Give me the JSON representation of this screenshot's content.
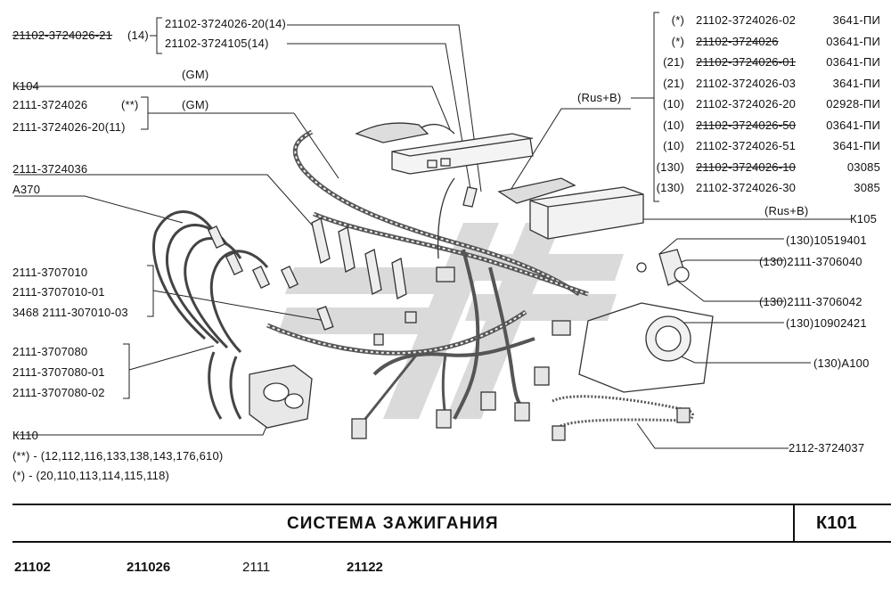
{
  "header": {
    "title": "СИСТЕМА  ЗАЖИГАНИЯ",
    "sheet_code": "К101"
  },
  "models": [
    "21102",
    "211026",
    "2111",
    "21122"
  ],
  "labels": {
    "top_left_1": "21102-3724026-21",
    "top_left_1_suffix": "(14)",
    "top_group_a": "21102-3724026-20(14)",
    "top_group_b": "21102-3724105(14)",
    "gm_1": "(GM)",
    "gm_2": "(GM)",
    "k104": "К104",
    "p2111_3724026": "2111-3724026",
    "dstar": "(**)",
    "p2111_3724026_20": "2111-3724026-20(11)",
    "p2111_3724036": "2111-3724036",
    "a370": "А370",
    "rusb_1": "(Rus+B)",
    "rusb_2": "(Rus+B)",
    "k105": "К105",
    "p10519401": "(130)10519401",
    "p2111_3706040": "(130)2111-3706040",
    "p2111_3706042": "(130)2111-3706042",
    "p10902421": "(130)10902421",
    "a100": "(130)А100",
    "p2112_3724037": "2112-3724037",
    "p2111_3707010": "2111-3707010",
    "p2111_3707010_01": "2111-3707010-01",
    "p3468": "3468  2111-307010-03",
    "p2111_3707080": "2111-3707080",
    "p2111_3707080_01": "2111-3707080-01",
    "p2111_3707080_02": "2111-3707080-02",
    "k110": "К110",
    "note1": "(**)  -  (12,112,116,133,138,143,176,610)",
    "note2": "(*)   -  (20,110,113,114,115,118)"
  },
  "ecu_table": [
    {
      "code": "(*)",
      "part": "21102-3724026-02",
      "num": "3641-ПИ",
      "strike": false
    },
    {
      "code": "(*)",
      "part": "21102-3724026",
      "num": "03641-ПИ",
      "strike": true
    },
    {
      "code": "(21)",
      "part": "21102-3724026-01",
      "num": "03641-ПИ",
      "strike": true
    },
    {
      "code": "(21)",
      "part": "21102-3724026-03",
      "num": "3641-ПИ",
      "strike": false
    },
    {
      "code": "(10)",
      "part": "21102-3724026-20",
      "num": "02928-ПИ",
      "strike": false
    },
    {
      "code": "(10)",
      "part": "21102-3724026-50",
      "num": "03641-ПИ",
      "strike": true
    },
    {
      "code": "(10)",
      "part": "21102-3724026-51",
      "num": "3641-ПИ",
      "strike": false
    },
    {
      "code": "(130)",
      "part": "21102-3724026-10",
      "num": "03085",
      "strike": true
    },
    {
      "code": "(130)",
      "part": "21102-3724026-30",
      "num": "3085",
      "strike": false
    }
  ]
}
